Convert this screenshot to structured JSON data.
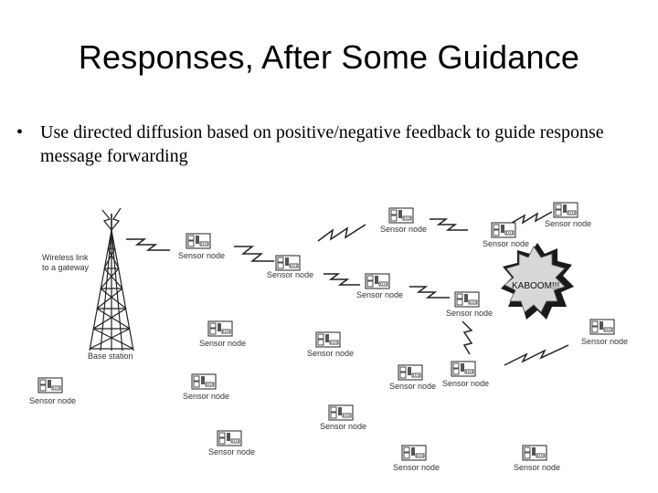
{
  "slide": {
    "title": "Responses, After Some Guidance",
    "bullet_char": "•",
    "bullet": "Use directed diffusion based on positive/negative feedback to guide response message forwarding"
  },
  "diagram": {
    "base_station_label": "Base station",
    "wireless_link_label": [
      "Wireless link",
      "to a gateway"
    ],
    "event_label": "KABOOM!!!",
    "sensor_node_label": "Sensor node"
  }
}
